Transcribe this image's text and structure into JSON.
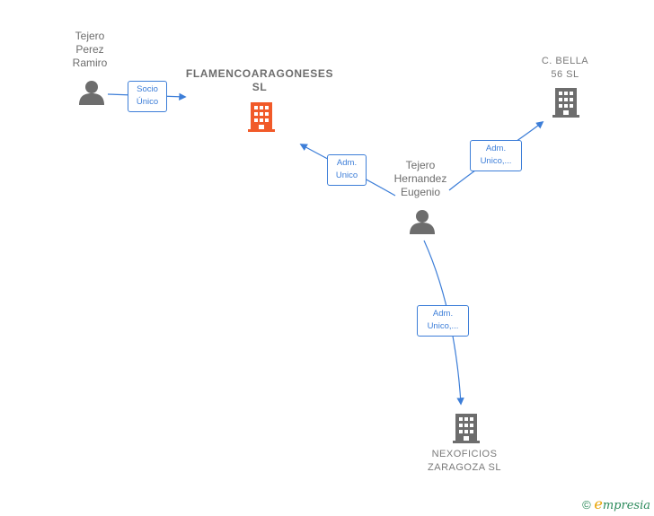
{
  "nodes": {
    "person_ramiro": {
      "label": "Tejero\nPerez\nRamiro"
    },
    "company_flamenco": {
      "label": "FLAMENCOARAGONESES\nSL"
    },
    "company_bella": {
      "label": "C.  BELLA\n56  SL"
    },
    "person_eugenio": {
      "label": "Tejero\nHernandez\nEugenio"
    },
    "company_nexoficios": {
      "label": "NEXOFICIOS\nZARAGOZA  SL"
    }
  },
  "edges": {
    "ramiro_flamenco": "Socio\nÚnico",
    "eugenio_flamenco": "Adm.\nUnico",
    "eugenio_bella": "Adm.\nUnico,...",
    "eugenio_nexoficios": "Adm.\nUnico,..."
  },
  "colors": {
    "edge": "#3d7ed8",
    "main_company": "#f15a29",
    "company": "#6d6d6d",
    "person": "#6d6d6d"
  },
  "watermark": {
    "copyright": "©",
    "brand_first": "e",
    "brand_rest": "mpresia"
  }
}
